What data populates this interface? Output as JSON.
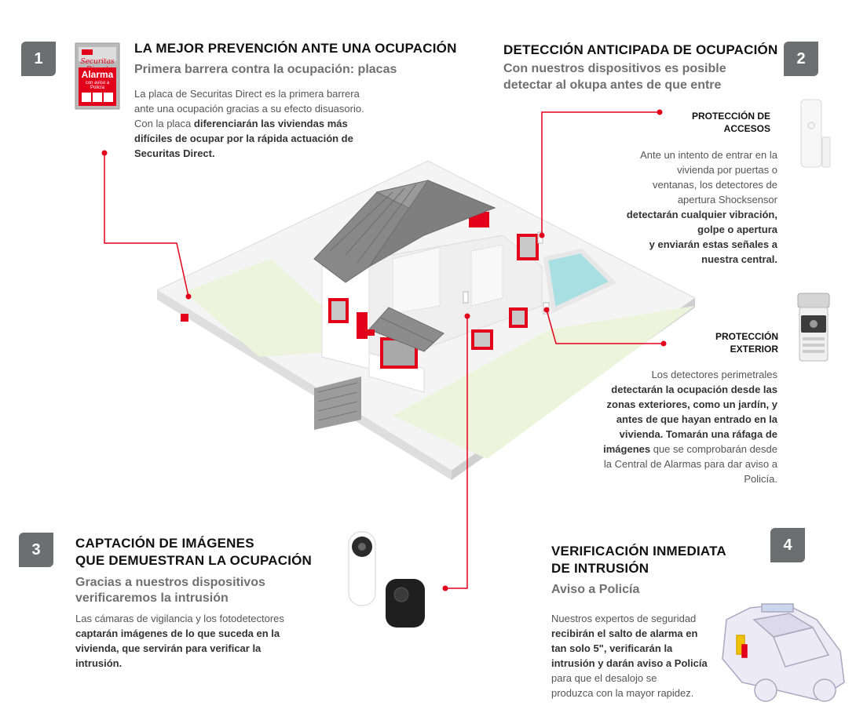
{
  "brand": {
    "accent": "#e2001a",
    "gray_badge": "#6d6e70",
    "pool": "#a7dfe3",
    "lawn": "#eef3dc"
  },
  "sign": {
    "top_label": "Securitas Direct",
    "title": "Alarma",
    "subtitle": "con aviso a Policía"
  },
  "s1": {
    "number": "1",
    "title": "LA MEJOR PREVENCIÓN ANTE UNA OCUPACIÓN",
    "subtitle": "Primera barrera contra la ocupación: placas",
    "body": [
      {
        "t": "La placa de Securitas Direct es la primera barrera"
      },
      {
        "t": "ante una ocupación gracias a su efecto disuasorio."
      },
      {
        "t": "Con la placa ",
        "b": "diferenciarán las viviendas más"
      },
      {
        "b": "difíciles de ocupar por la rápida actuación de"
      },
      {
        "b": "Securitas Direct."
      }
    ]
  },
  "s2": {
    "number": "2",
    "title": "DETECCIÓN ANTICIPADA DE OCUPACIÓN",
    "subtitle_1": "Con nuestros dispositivos es posible",
    "subtitle_2": "detectar al okupa antes de que entre",
    "access_label_1": "PROTECCIÓN DE",
    "access_label_2": "ACCESOS",
    "access_body": [
      {
        "t": "Ante un intento de entrar en la"
      },
      {
        "t": "vivienda por puertas o"
      },
      {
        "t": "ventanas, los detectores de"
      },
      {
        "t": "apertura Shocksensor"
      },
      {
        "b": "detectarán cualquier vibración,"
      },
      {
        "b": "golpe o apertura"
      },
      {
        "b": "y enviarán estas señales a"
      },
      {
        "b": "nuestra central."
      }
    ],
    "ext_label_1": "PROTECCIÓN",
    "ext_label_2": "EXTERIOR",
    "ext_body": [
      {
        "t": "Los detectores perimetrales"
      },
      {
        "b": "detectarán la ocupación desde las"
      },
      {
        "b": "zonas exteriores, como un jardín, y"
      },
      {
        "b": "antes de que hayan entrado en la"
      },
      {
        "b": "vivienda. Tomarán una ráfaga de"
      },
      {
        "b": "imágenes",
        "t": " que se comprobarán desde"
      },
      {
        "t": "la Central de Alarmas para dar aviso a"
      },
      {
        "t": "Policía."
      }
    ]
  },
  "s3": {
    "number": "3",
    "title_1": "CAPTACIÓN DE IMÁGENES",
    "title_2": "QUE DEMUESTRAN LA OCUPACIÓN",
    "subtitle_1": "Gracias a nuestros dispositivos",
    "subtitle_2": "verificaremos la intrusión",
    "body": [
      {
        "t": "Las cámaras de vigilancia y los fotodetectores"
      },
      {
        "b": "captarán imágenes de lo que suceda en la"
      },
      {
        "b": "vivienda, que servirán para verificar la"
      },
      {
        "b": "intrusión."
      }
    ]
  },
  "s4": {
    "number": "4",
    "title_1": "VERIFICACIÓN INMEDIATA",
    "title_2": "DE INTRUSIÓN",
    "subtitle": "Aviso a Policía",
    "body": [
      {
        "t": "Nuestros expertos de seguridad"
      },
      {
        "b": "recibirán el salto de alarma en"
      },
      {
        "b": "tan solo 5\", verificarán la"
      },
      {
        "b": "intrusión y darán aviso a Policía"
      },
      {
        "t": "para que el desalojo se"
      },
      {
        "t": "produzca con la mayor rapidez."
      }
    ]
  }
}
